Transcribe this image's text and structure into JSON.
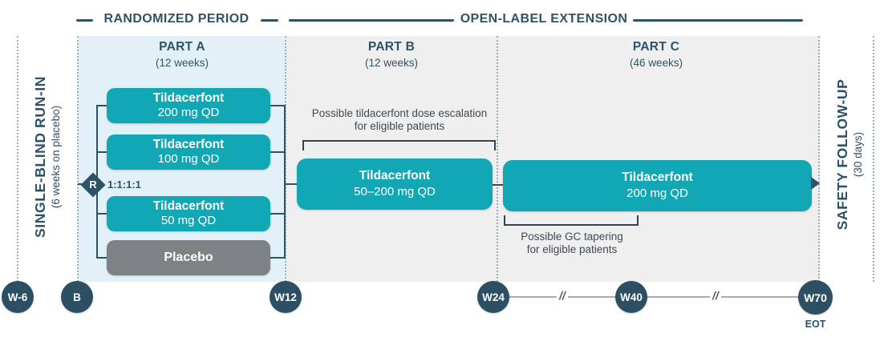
{
  "header": {
    "randomized_period": "RANDOMIZED PERIOD",
    "open_label_extension": "OPEN-LABEL EXTENSION"
  },
  "run_in": {
    "title": "SINGLE-BLIND RUN-IN",
    "subtitle": "(6 weeks on placebo)"
  },
  "safety_follow_up": {
    "title": "SAFETY FOLLOW-UP",
    "subtitle": "(30 days)"
  },
  "parts": {
    "a": {
      "label": "PART A",
      "duration": "(12 weeks)"
    },
    "b": {
      "label": "PART B",
      "duration": "(12 weeks)"
    },
    "c": {
      "label": "PART C",
      "duration": "(46 weeks)"
    }
  },
  "randomization": {
    "symbol": "R",
    "ratio": "1:1:1:1"
  },
  "arms": [
    {
      "line1": "Tildacerfont",
      "line2": "200 mg QD"
    },
    {
      "line1": "Tildacerfont",
      "line2": "100 mg QD"
    },
    {
      "line1": "Tildacerfont",
      "line2": "50 mg QD"
    },
    {
      "line1": "Placebo"
    }
  ],
  "part_b_box": {
    "line1": "Tildacerfont",
    "line2": "50–200 mg QD"
  },
  "part_c_box": {
    "line1": "Tildacerfont",
    "line2": "200 mg QD"
  },
  "annotations": {
    "dose_escalation_line1": "Possible tildacerfont dose escalation",
    "dose_escalation_line2": "for eligible patients",
    "gc_tapering_line1": "Possible GC tapering",
    "gc_tapering_line2": "for eligible patients"
  },
  "timeline": {
    "markers": [
      {
        "label": "W-6"
      },
      {
        "label": "B"
      },
      {
        "label": "W12"
      },
      {
        "label": "W24"
      },
      {
        "label": "W40"
      },
      {
        "label": "W70",
        "sublabel": "EOT"
      }
    ],
    "break_mark": "//"
  },
  "colors": {
    "teal": "#12A7B4",
    "navy": "#2E5266",
    "placebo_gray": "#7F8285",
    "light_blue_band": "#E2F1F8",
    "gray_band": "#EFEFEF",
    "timeline_line": "#ACACAC",
    "annotation_text": "#3E4A54"
  }
}
